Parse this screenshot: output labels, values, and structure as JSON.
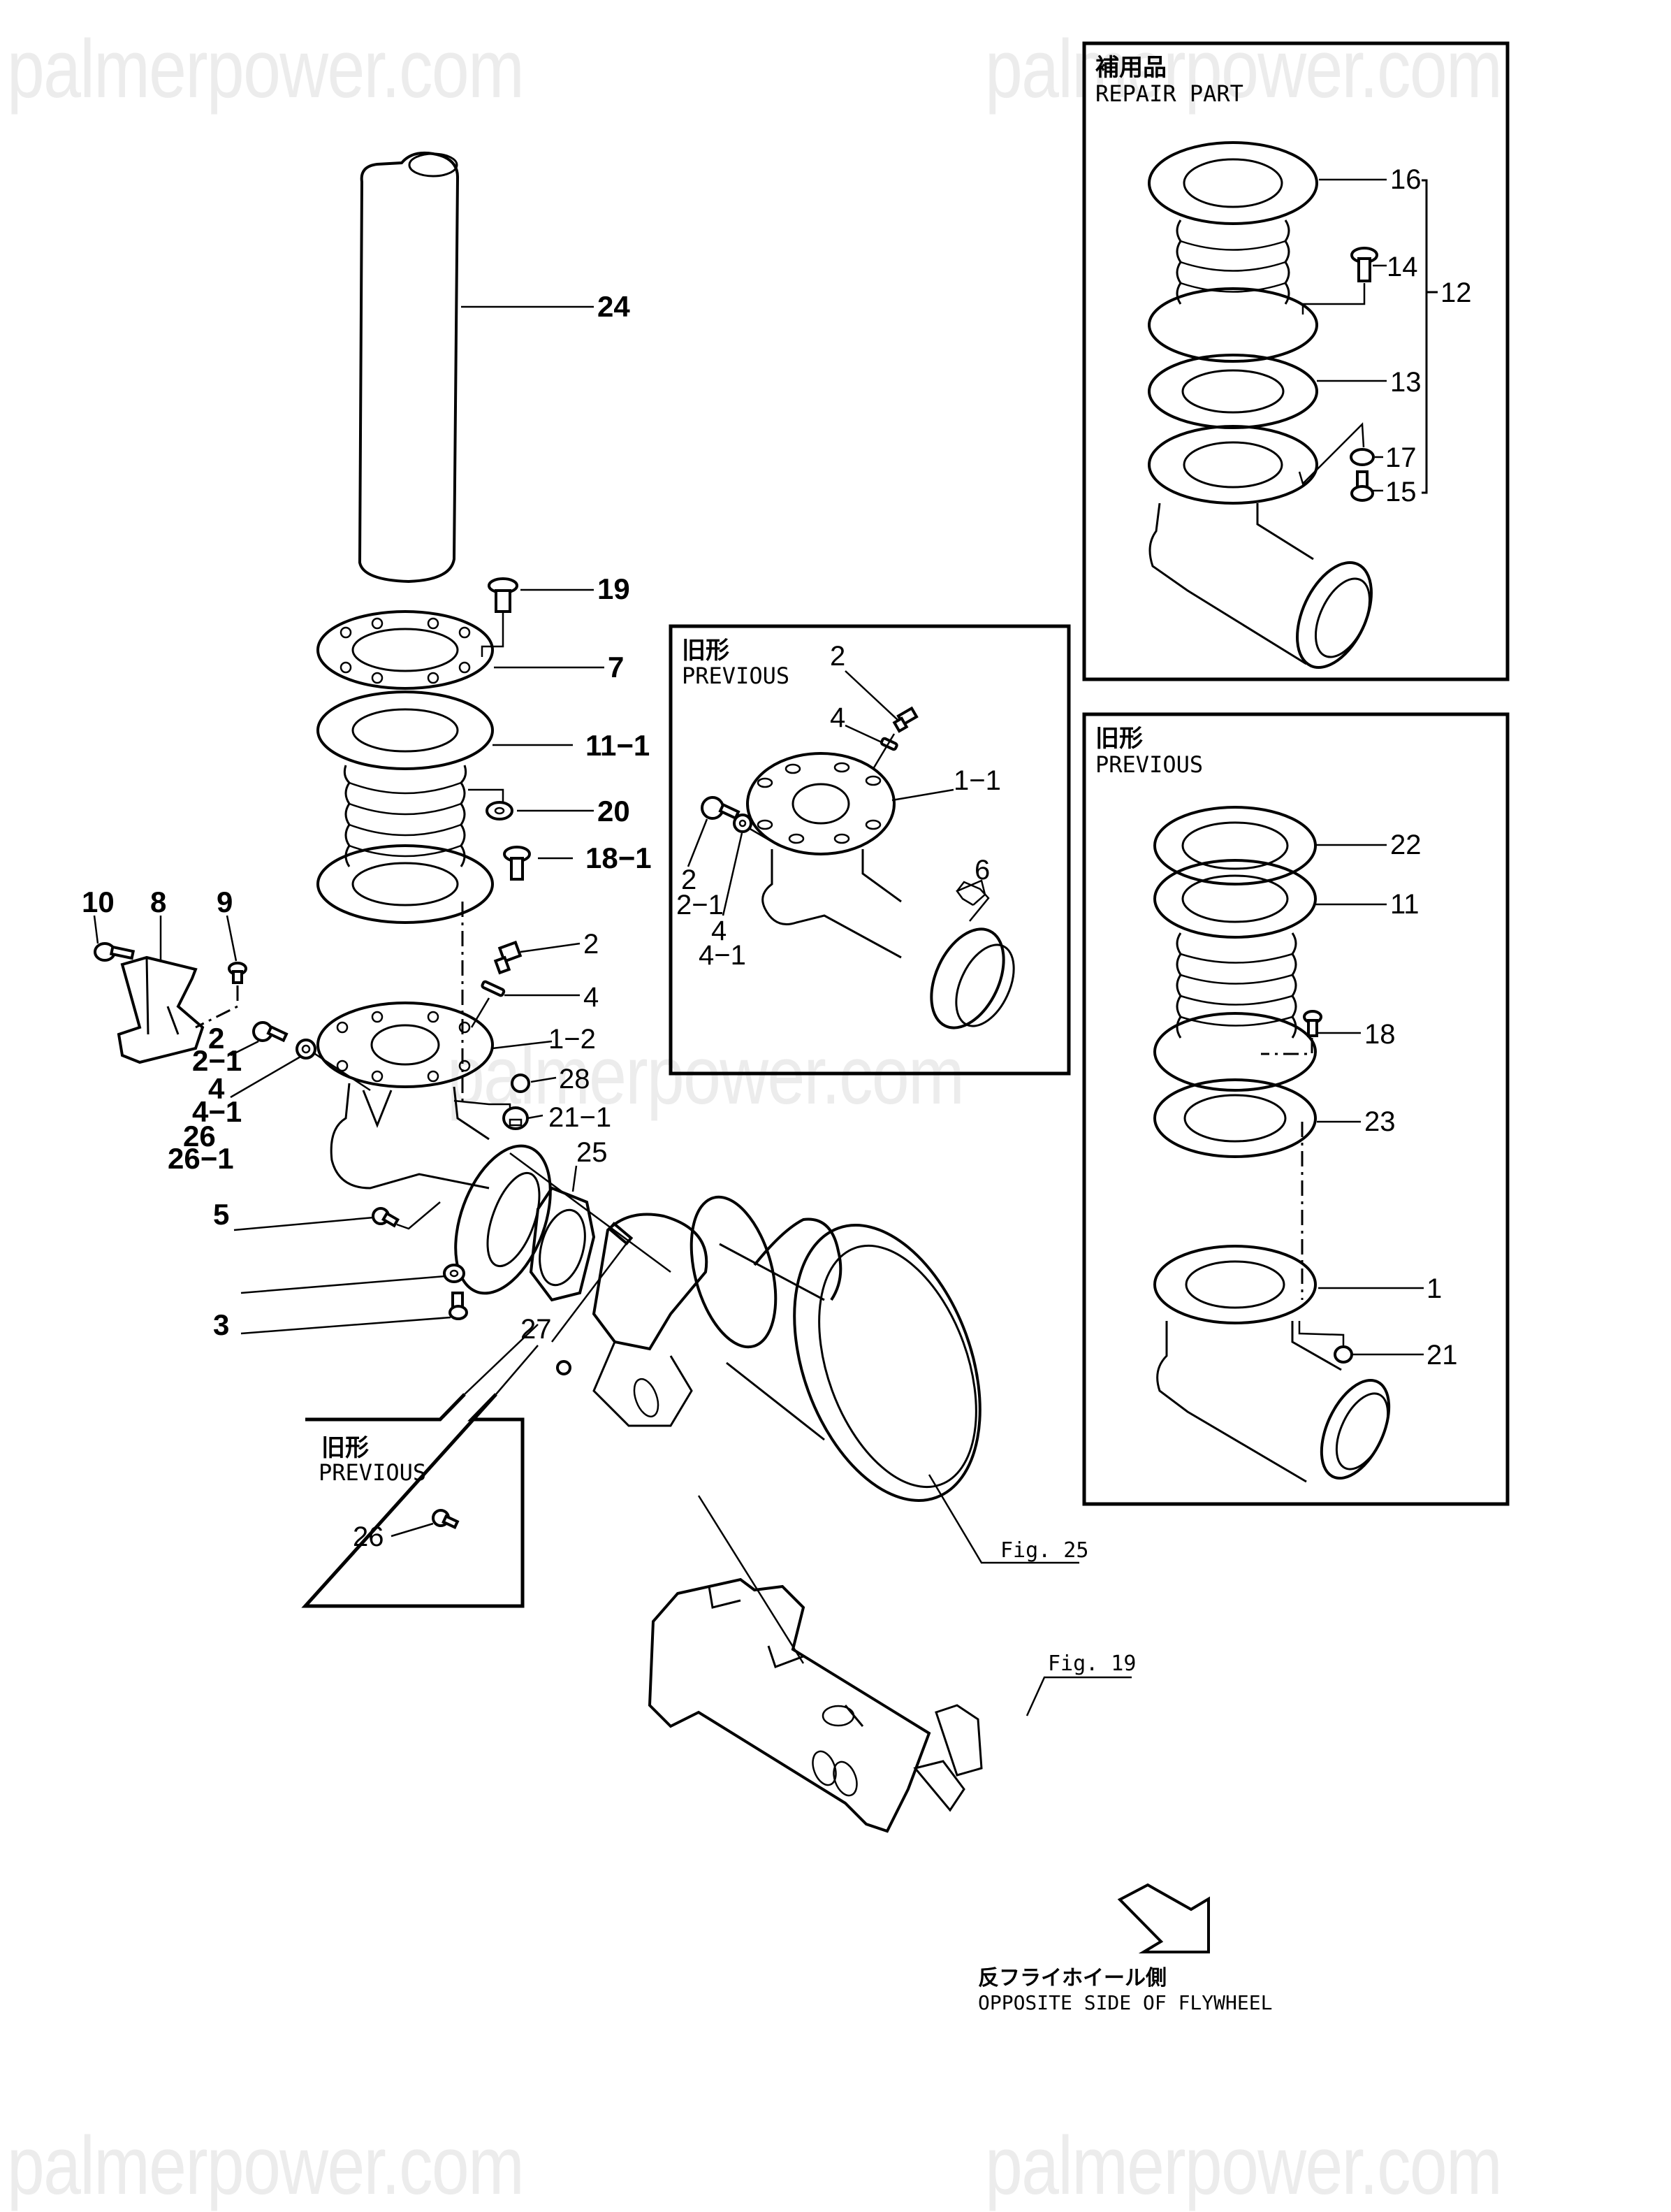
{
  "watermark": "palmerpower.com",
  "boxes": {
    "repair_part": {
      "title_jp": "補用品",
      "title_en": "REPAIR PART"
    },
    "previous_center": {
      "title_jp": "旧形",
      "title_en": "PREVIOUS"
    },
    "previous_right": {
      "title_jp": "旧形",
      "title_en": "PREVIOUS"
    },
    "previous_bottom_left": {
      "title_jp": "旧形",
      "title_en": "PREVIOUS"
    }
  },
  "callouts": {
    "main": {
      "p24": "24",
      "p19": "19",
      "p7": "7",
      "p11_1": "11−1",
      "p20": "20",
      "p18_1": "18−1",
      "p2a": "2",
      "p4a": "4",
      "p1_2": "1−2",
      "p28": "28",
      "p21_1": "21−1",
      "p25": "25",
      "p10": "10",
      "p8": "8",
      "p9": "9",
      "p2b": "2",
      "p2_1": "2−1",
      "p4b": "4",
      "p4_1": "4−1",
      "p26": "26",
      "p26_1": "26−1",
      "p5": "5",
      "p3": "3",
      "p27": "27"
    },
    "repair_part": {
      "p16": "16",
      "p14": "14",
      "p12": "12",
      "p13": "13",
      "p17": "17",
      "p15": "15"
    },
    "previous_center": {
      "p2a": "2",
      "p4a": "4",
      "p1_1": "1−1",
      "p2b": "2",
      "p2_1": "2−1",
      "p4b": "4",
      "p4_1": "4−1",
      "p6": "6"
    },
    "previous_right": {
      "p22": "22",
      "p11": "11",
      "p18": "18",
      "p23": "23",
      "p1": "1",
      "p21": "21"
    },
    "previous_bottom_left": {
      "p26": "26"
    }
  },
  "figure_refs": {
    "fig25": "Fig. 25",
    "fig19": "Fig. 19"
  },
  "direction": {
    "label_jp": "反フライホイール側",
    "label_en": "OPPOSITE SIDE OF FLYWHEEL",
    "icon": "direction-arrow-icon"
  }
}
